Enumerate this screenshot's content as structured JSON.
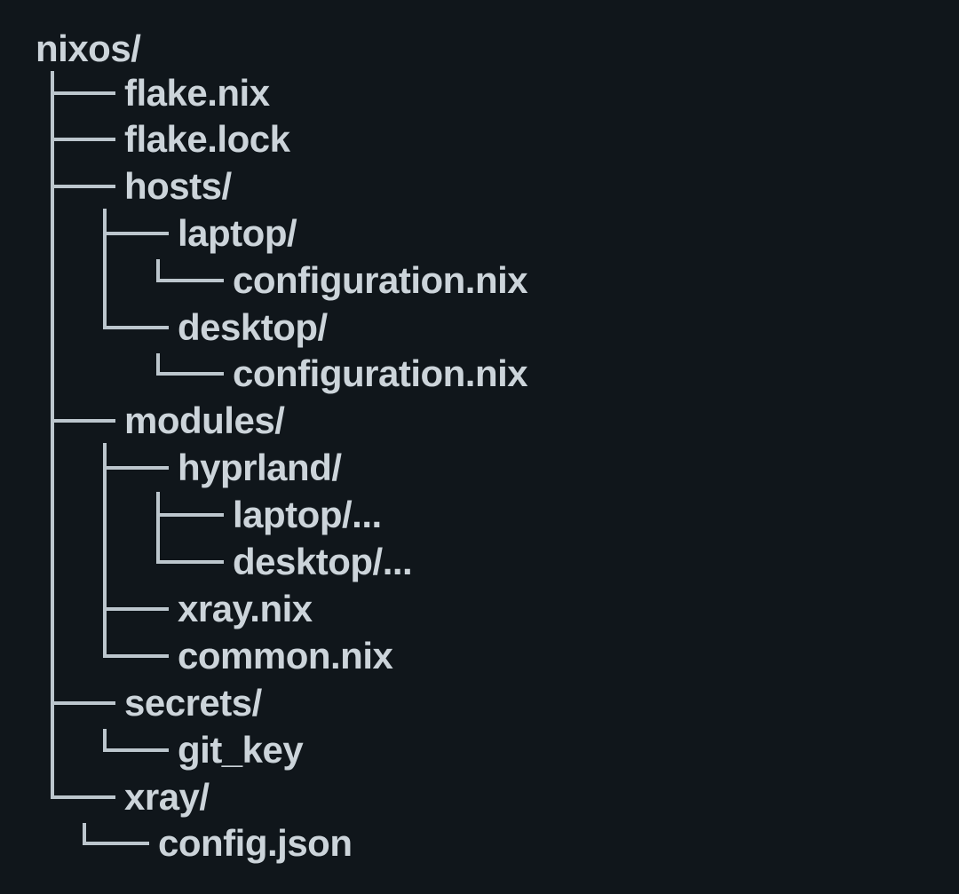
{
  "diagram": {
    "title": "nixos configuration directory tree",
    "background_color": "#10161b",
    "text_color": "#ccd4da",
    "line_color": "#bcc6cd"
  },
  "tree": {
    "root": "nixos/",
    "rows": [
      {
        "label": "nixos/",
        "depth": 0,
        "type": "dir"
      },
      {
        "label": "flake.nix",
        "depth": 1,
        "type": "file"
      },
      {
        "label": "flake.lock",
        "depth": 1,
        "type": "file"
      },
      {
        "label": "hosts/",
        "depth": 1,
        "type": "dir"
      },
      {
        "label": "laptop/",
        "depth": 2,
        "type": "dir"
      },
      {
        "label": "configuration.nix",
        "depth": 3,
        "type": "file"
      },
      {
        "label": "desktop/",
        "depth": 2,
        "type": "dir"
      },
      {
        "label": "configuration.nix",
        "depth": 3,
        "type": "file"
      },
      {
        "label": "modules/",
        "depth": 1,
        "type": "dir"
      },
      {
        "label": "hyprland/",
        "depth": 2,
        "type": "dir"
      },
      {
        "label": "laptop/...",
        "depth": 3,
        "type": "dir"
      },
      {
        "label": "desktop/...",
        "depth": 3,
        "type": "dir"
      },
      {
        "label": "xray.nix",
        "depth": 2,
        "type": "file"
      },
      {
        "label": "common.nix",
        "depth": 2,
        "type": "file"
      },
      {
        "label": "secrets/",
        "depth": 1,
        "type": "dir"
      },
      {
        "label": "git_key",
        "depth": 2,
        "type": "file"
      },
      {
        "label": "xray/",
        "depth": 1,
        "type": "dir"
      },
      {
        "label": "config.json",
        "depth": 2,
        "type": "file"
      }
    ]
  }
}
